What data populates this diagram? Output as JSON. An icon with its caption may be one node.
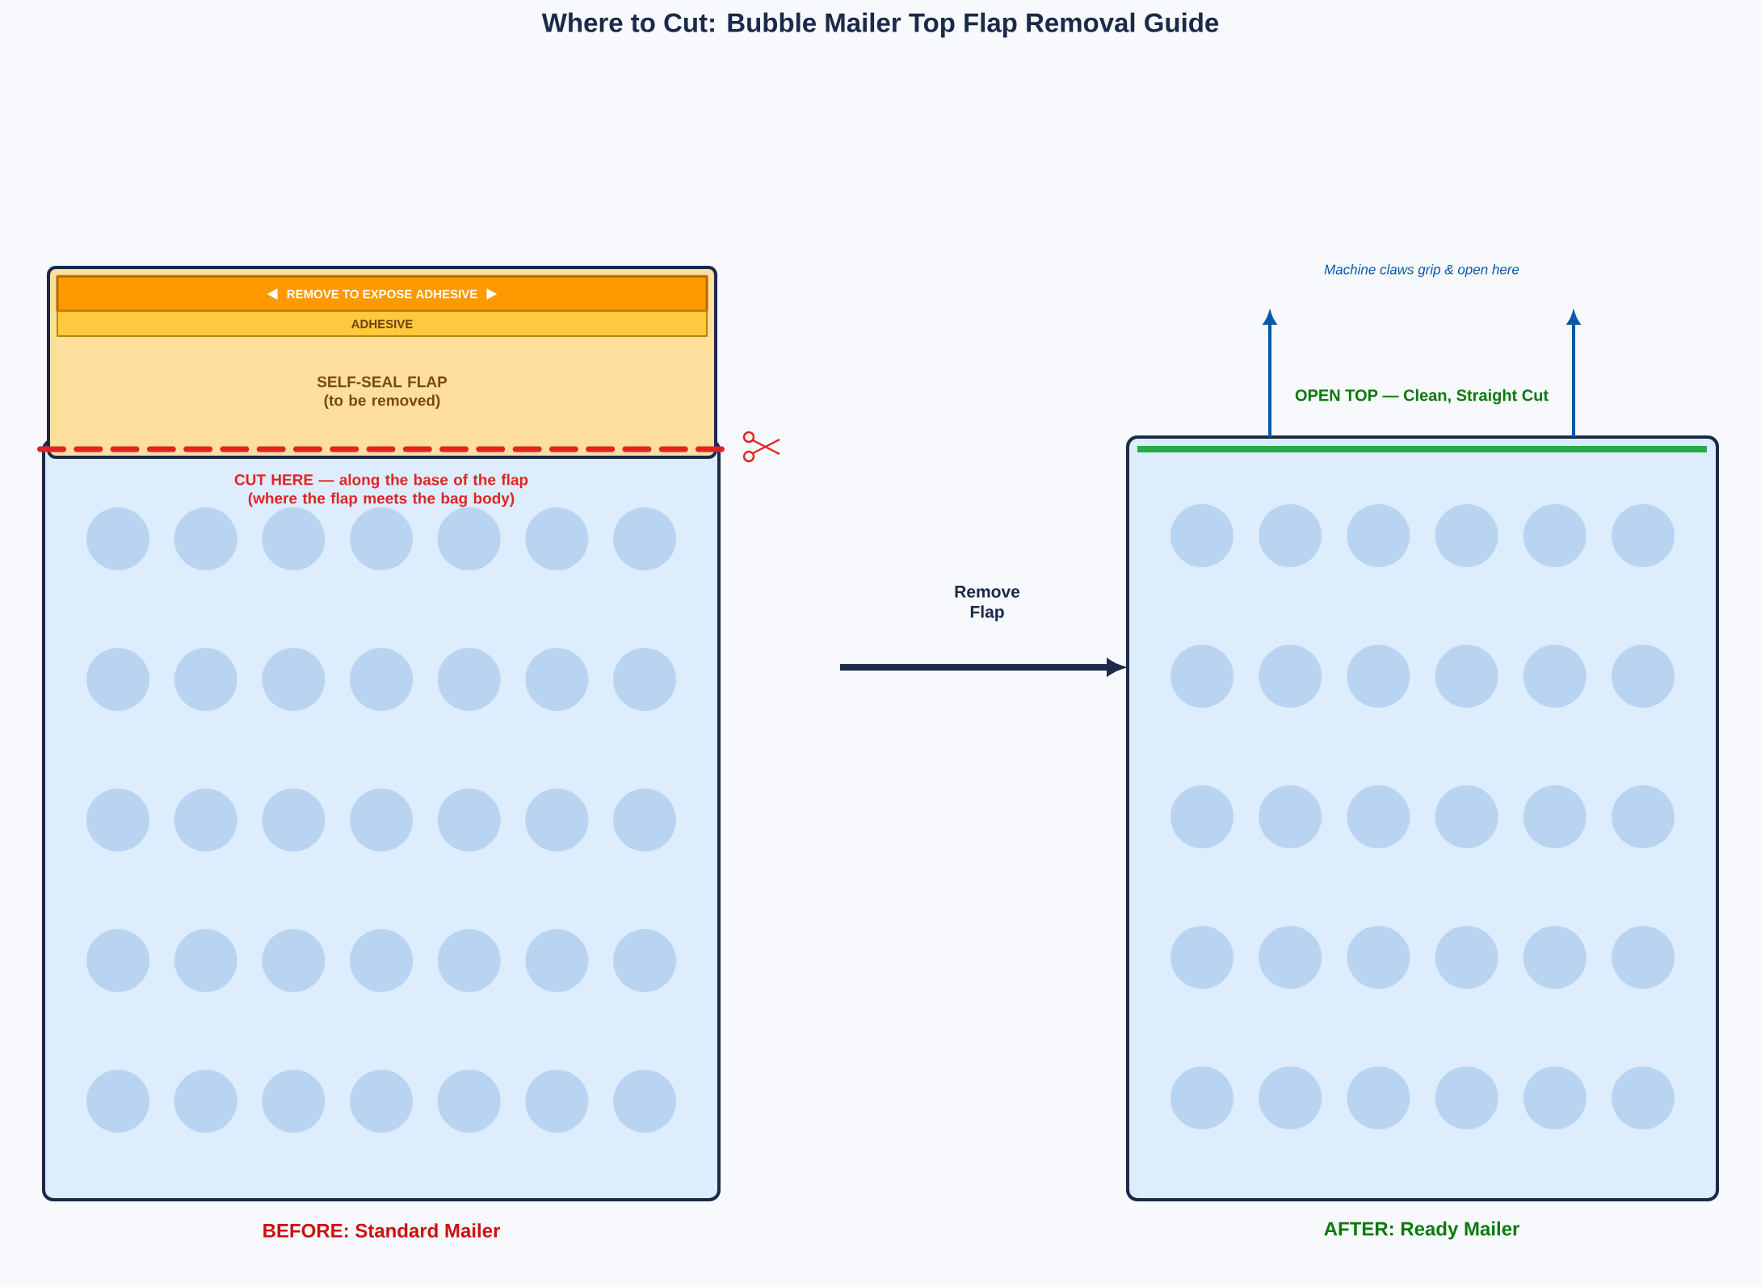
{
  "diagram": {
    "title": "Where to Cut: Bubble Mailer Top Flap Removal Guide",
    "nodes": [
      {
        "text": [
          "SELF-SEAL FLAP (to be removed)"
        ]
      },
      {
        "text": [
          "REMOVE TO EXPOSE ADHESIVE"
        ],
        "in": 0
      },
      {
        "text": [
          "ADHESIVE"
        ],
        "in": 0
      },
      {
        "text": [
          "BEFORE: Standard Mailer"
        ]
      },
      {
        "text": [
          "AFTER: Ready Mailer"
        ]
      }
    ],
    "edges": [
      {
        "from": null,
        "to": 4,
        "arrow": "to",
        "label": "Remove Flap",
        "style": "thick",
        "color": "#1b2a4a"
      },
      {
        "from": 4,
        "to": null,
        "arrow": "to"
      },
      {
        "from": 4,
        "to": null,
        "arrow": "to"
      }
    ],
    "labels": [
      "CUT HERE — along the base of the flap (where the flap meets the bag body)",
      "Machine claws grip & open here",
      "OPEN TOP — Clean, Straight Cut"
    ]
  }
}
